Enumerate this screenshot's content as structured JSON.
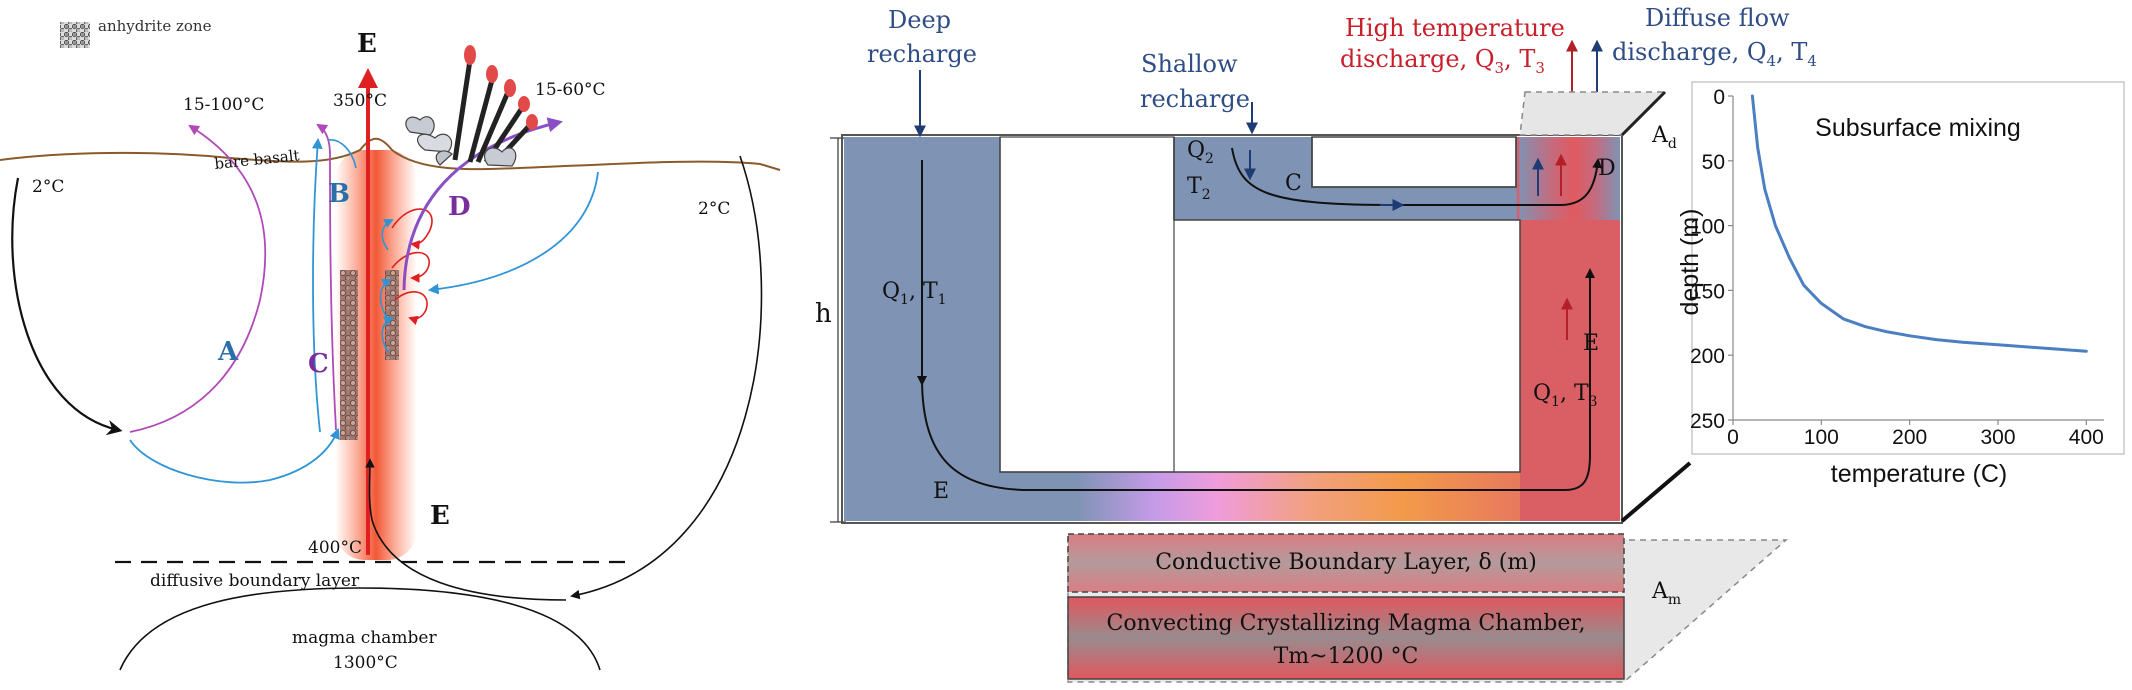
{
  "left_panel": {
    "legend": {
      "icon": "anhydrite-pattern-icon",
      "label": "anhydrite zone"
    },
    "labels": {
      "e_top": "E",
      "temp_350": "350°C",
      "temp_15_100": "15-100°C",
      "temp_15_60": "15-60°C",
      "temp_2_left": "2°C",
      "temp_2_right": "2°C",
      "bare_basalt": "bare basalt",
      "path_a": "A",
      "path_b": "B",
      "path_c": "C",
      "path_d": "D",
      "path_e": "E",
      "temp_400": "400°C",
      "boundary_layer": "diffusive boundary layer",
      "magma_chamber": "magma chamber",
      "magma_temp": "1300°C"
    },
    "colors": {
      "path_a_label": "#2a6fa8",
      "path_b_label": "#2a6fa8",
      "path_c_label": "#7a2e9e",
      "path_d_label": "#7a2e9e",
      "seafloor": "#8b5a2b",
      "vent_red": "#e8402a",
      "flow_blue": "#2f95d6",
      "flow_purple": "#b04ab8"
    }
  },
  "middle_panel": {
    "deep_recharge": [
      "Deep",
      "recharge"
    ],
    "shallow_recharge": [
      "Shallow",
      "recharge"
    ],
    "high_temp_discharge": [
      "High temperature",
      "discharge, Q",
      "3",
      ", T",
      "3"
    ],
    "diffuse_discharge": [
      "Diffuse flow",
      "discharge, Q",
      "4",
      ", T",
      "4"
    ],
    "q2": [
      "Q",
      "2"
    ],
    "t2": [
      "T",
      "2"
    ],
    "c_label": "C",
    "d_label": "D",
    "h_label": "h",
    "q1t1": [
      "Q",
      "1",
      ", T",
      "1"
    ],
    "q1t3": [
      "Q",
      "1",
      ", T",
      "3"
    ],
    "e_left": "E",
    "e_right": "E",
    "ad": [
      "A",
      "d"
    ],
    "am": [
      "A",
      "m"
    ],
    "conductive_layer": "Conductive Boundary Layer, δ (m)",
    "magma_chamber": [
      "Convecting Crystallizing Magma Chamber,",
      "Tm~1200 °C"
    ],
    "colors": {
      "recharge_blue": "#7f93b5",
      "discharge_red": "#d95f64",
      "label_blue": "#2f4d85",
      "label_red": "#c8202b"
    }
  },
  "chart_data": {
    "type": "line",
    "title": "Subsurface mixing",
    "xlabel": "temperature (C)",
    "ylabel": "depth (m)",
    "xlim": [
      0,
      420
    ],
    "ylim": [
      250,
      0
    ],
    "xticks": [
      0,
      100,
      200,
      300,
      400
    ],
    "yticks": [
      0,
      50,
      100,
      150,
      200,
      250
    ],
    "grid": false,
    "series": [
      {
        "color": "#4a7fc1",
        "x": [
          22,
          28,
          36,
          48,
          64,
          80,
          100,
          125,
          150,
          175,
          200,
          230,
          260,
          300,
          340,
          400
        ],
        "y": [
          0,
          40,
          72,
          100,
          125,
          146,
          160,
          172,
          178,
          182,
          185,
          188,
          190,
          192,
          194,
          197
        ]
      }
    ]
  }
}
